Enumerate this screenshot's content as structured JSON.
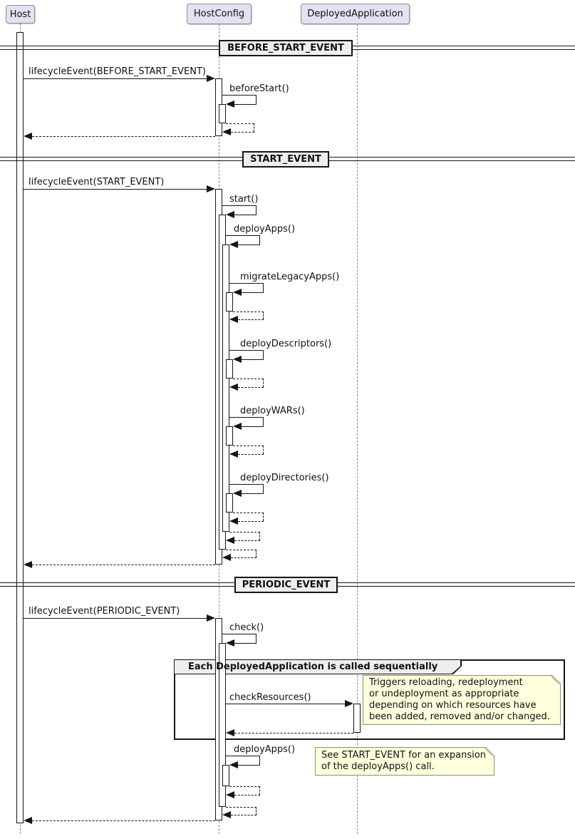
{
  "diagram_type": "uml-sequence",
  "participants": [
    {
      "name": "Host"
    },
    {
      "name": "HostConfig"
    },
    {
      "name": "DeployedApplication"
    }
  ],
  "sections": [
    {
      "divider": "BEFORE_START_EVENT",
      "messages": [
        {
          "label": "lifecycleEvent(BEFORE_START_EVENT)",
          "from": "Host",
          "to": "HostConfig",
          "type": "call"
        },
        {
          "label": "beforeStart()",
          "from": "HostConfig",
          "to": "HostConfig",
          "type": "self-call"
        }
      ]
    },
    {
      "divider": "START_EVENT",
      "messages": [
        {
          "label": "lifecycleEvent(START_EVENT)",
          "from": "Host",
          "to": "HostConfig",
          "type": "call"
        },
        {
          "label": "start()",
          "from": "HostConfig",
          "to": "HostConfig",
          "type": "self-call"
        },
        {
          "label": "deployApps()",
          "from": "HostConfig",
          "to": "HostConfig",
          "type": "self-call"
        },
        {
          "label": "migrateLegacyApps()",
          "from": "HostConfig",
          "to": "HostConfig",
          "type": "self-call"
        },
        {
          "label": "deployDescriptors()",
          "from": "HostConfig",
          "to": "HostConfig",
          "type": "self-call"
        },
        {
          "label": "deployWARs()",
          "from": "HostConfig",
          "to": "HostConfig",
          "type": "self-call"
        },
        {
          "label": "deployDirectories()",
          "from": "HostConfig",
          "to": "HostConfig",
          "type": "self-call"
        }
      ]
    },
    {
      "divider": "PERIODIC_EVENT",
      "messages": [
        {
          "label": "lifecycleEvent(PERIODIC_EVENT)",
          "from": "Host",
          "to": "HostConfig",
          "type": "call"
        },
        {
          "label": "check()",
          "from": "HostConfig",
          "to": "HostConfig",
          "type": "self-call"
        },
        {
          "label": "checkResources()",
          "from": "HostConfig",
          "to": "DeployedApplication",
          "type": "call"
        },
        {
          "label": "deployApps()",
          "from": "HostConfig",
          "to": "HostConfig",
          "type": "self-call"
        }
      ]
    }
  ],
  "group": {
    "title": "Each DeployedApplication is called sequentially"
  },
  "notes": [
    {
      "text": "Triggers reloading, redeployment\nor undeployment as appropriate\ndepending on which resources have\nbeen added, removed and/or changed."
    },
    {
      "text": "See START_EVENT for an expansion\nof the deployApps() call."
    }
  ],
  "colors": {
    "participant_fill": "#E2E2F0",
    "divider_fill": "#EEEEEE",
    "note_fill": "#FEFFDD",
    "line": "#151515"
  }
}
